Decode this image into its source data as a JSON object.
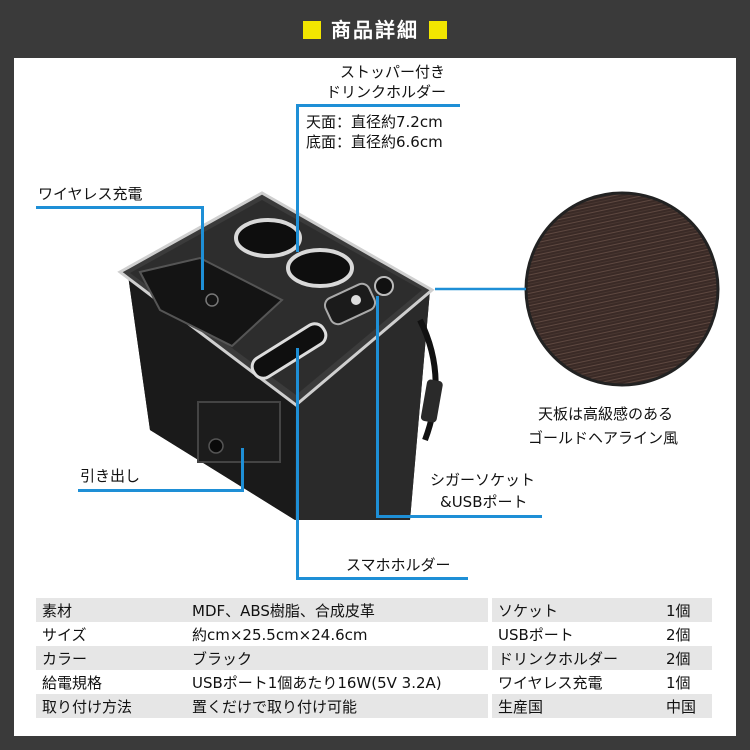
{
  "header": {
    "title": "商品詳細"
  },
  "callouts": {
    "drink_holder_line1": "ストッパー付き",
    "drink_holder_line2": "ドリンクホルダー",
    "drink_top": "天面：直径約7.2cm",
    "drink_bottom": "底面：直径約6.6cm",
    "wireless": "ワイヤレス充電",
    "wood_line1": "天板は高級感のある",
    "wood_line2": "ゴールドヘアライン風",
    "drawer": "引き出し",
    "cigar_line1": "シガーソケット",
    "cigar_line2": "&USBポート",
    "phone_holder": "スマホホルダー"
  },
  "spec_table": [
    {
      "key": "素材",
      "value": "MDF、ABS樹脂、合成皮革"
    },
    {
      "key": "サイズ",
      "value": "約cm×25.5cm×24.6cm"
    },
    {
      "key": "カラー",
      "value": "ブラック"
    },
    {
      "key": "給電規格",
      "value": "USBポート1個あたり16W(5V 3.2A)"
    },
    {
      "key": "取り付け方法",
      "value": "置くだけで取り付け可能"
    }
  ],
  "parts_table": [
    {
      "key": "ソケット",
      "value": "1個"
    },
    {
      "key": "USBポート",
      "value": "2個"
    },
    {
      "key": "ドリンクホルダー",
      "value": "2個"
    },
    {
      "key": "ワイヤレス充電",
      "value": "1個"
    },
    {
      "key": "生産国",
      "value": "中国"
    }
  ],
  "colors": {
    "frame": "#3a3a3a",
    "accent": "#f2e600",
    "callout_line": "#1e8fd6"
  }
}
